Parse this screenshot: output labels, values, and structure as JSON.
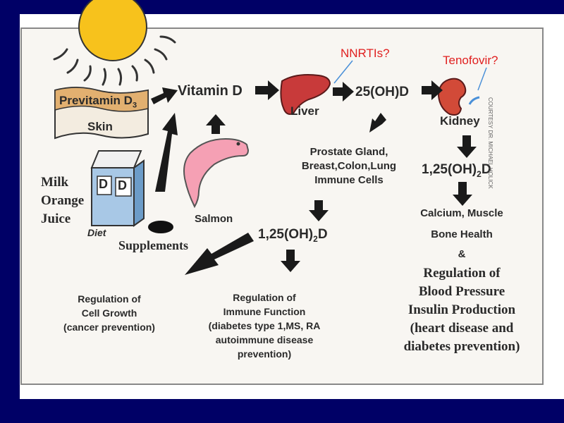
{
  "labels": {
    "previtamin": "Previtamin D",
    "previtamin_sub": "3",
    "skin": "Skin",
    "vitamin_d": "Vitamin D",
    "liver": "Liver",
    "hydroxy": "25(OH)D",
    "kidney": "Kidney",
    "nnrtis": "NNRTIs?",
    "tenofovir": "Tenofovir?",
    "tissues": [
      "Prostate Gland,",
      "Breast,Colon,Lung",
      "Immune Cells"
    ],
    "calcitriol_right_a": "1,25(OH)",
    "calcitriol_right_sub": "2",
    "calcitriol_right_b": "D",
    "calcitriol_mid_a": "1,25(OH)",
    "calcitriol_mid_sub": "2",
    "calcitriol_mid_b": "D",
    "milk": [
      "Milk",
      "Orange",
      "Juice"
    ],
    "carton_letter_1": "D",
    "carton_letter_2": "D",
    "diet": "Diet",
    "supplements": "Supplements",
    "salmon": "Salmon",
    "calcium": "Calcium, Muscle",
    "bone": "Bone Health",
    "ampersand": "&",
    "regulation_right": [
      "Regulation of",
      "Blood Pressure",
      "Insulin Production",
      "(heart disease and",
      "diabetes prevention)"
    ],
    "cell_growth": [
      "Regulation of",
      "Cell Growth",
      "(cancer prevention)"
    ],
    "immune": [
      "Regulation of",
      "Immune Function",
      "(diabetes type 1,MS, RA",
      "autoimmune disease",
      "prevention)"
    ],
    "courtesy": "COURTESY DR. MICHAEL HOLICK"
  },
  "colors": {
    "background": "#000066",
    "sun": "#f7c21c",
    "liver": "#c83a3a",
    "kidney": "#d24a38",
    "salmon": "#f5a0b4",
    "carton": "#a8c8e6",
    "skin_top": "#e2b070",
    "annotation": "#e02020",
    "pointer": "#4a90d8"
  }
}
